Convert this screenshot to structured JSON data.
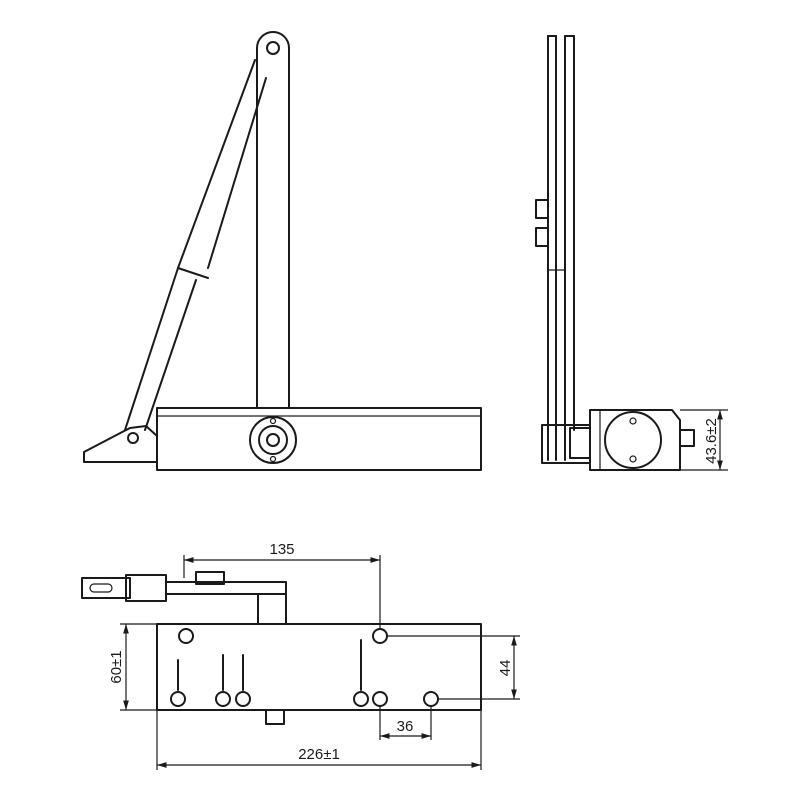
{
  "dimensions": {
    "arm_span": "135",
    "height": "43.6±2",
    "depth": "60±1",
    "hole_spacing_vertical": "44",
    "hole_spacing_horizontal": "36",
    "body_length": "226±1"
  },
  "colors": {
    "line": "#1a1a1a",
    "background": "#ffffff"
  }
}
